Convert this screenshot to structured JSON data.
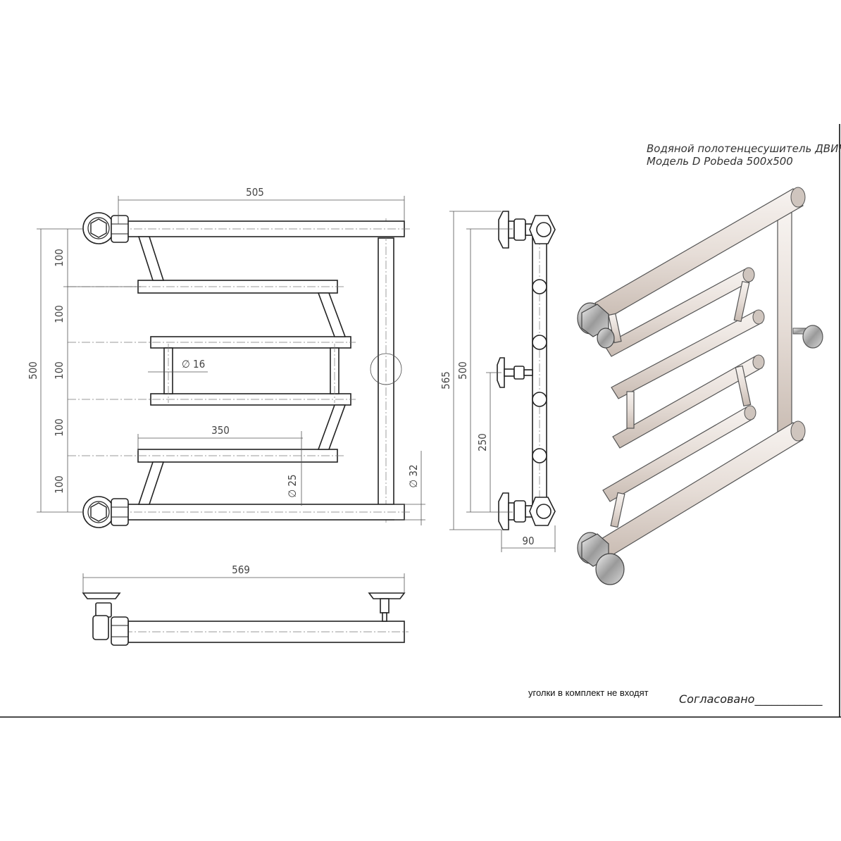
{
  "title": {
    "line1": "Водяной полотенцесушитель ДВИН",
    "line2": "Модель D Pobeda 500x500"
  },
  "dimensions": {
    "front_width": "505",
    "rung_length": "350",
    "pitch": "100",
    "height": "500",
    "rung_diameter_small": "∅ 16",
    "rung_diameter": "∅ 25",
    "riser_diameter": "∅ 32",
    "side_total": "565",
    "side_height": "500",
    "mount_height": "250",
    "depth": "90",
    "top_width": "569"
  },
  "notes": {
    "not_included": "уголки в комплект не входят",
    "approved": "Согласовано____________"
  },
  "colors": {
    "line": "#222222",
    "dimension": "#555555",
    "render_fill": "#e8e2dd",
    "chrome": "#bfbfbf"
  }
}
